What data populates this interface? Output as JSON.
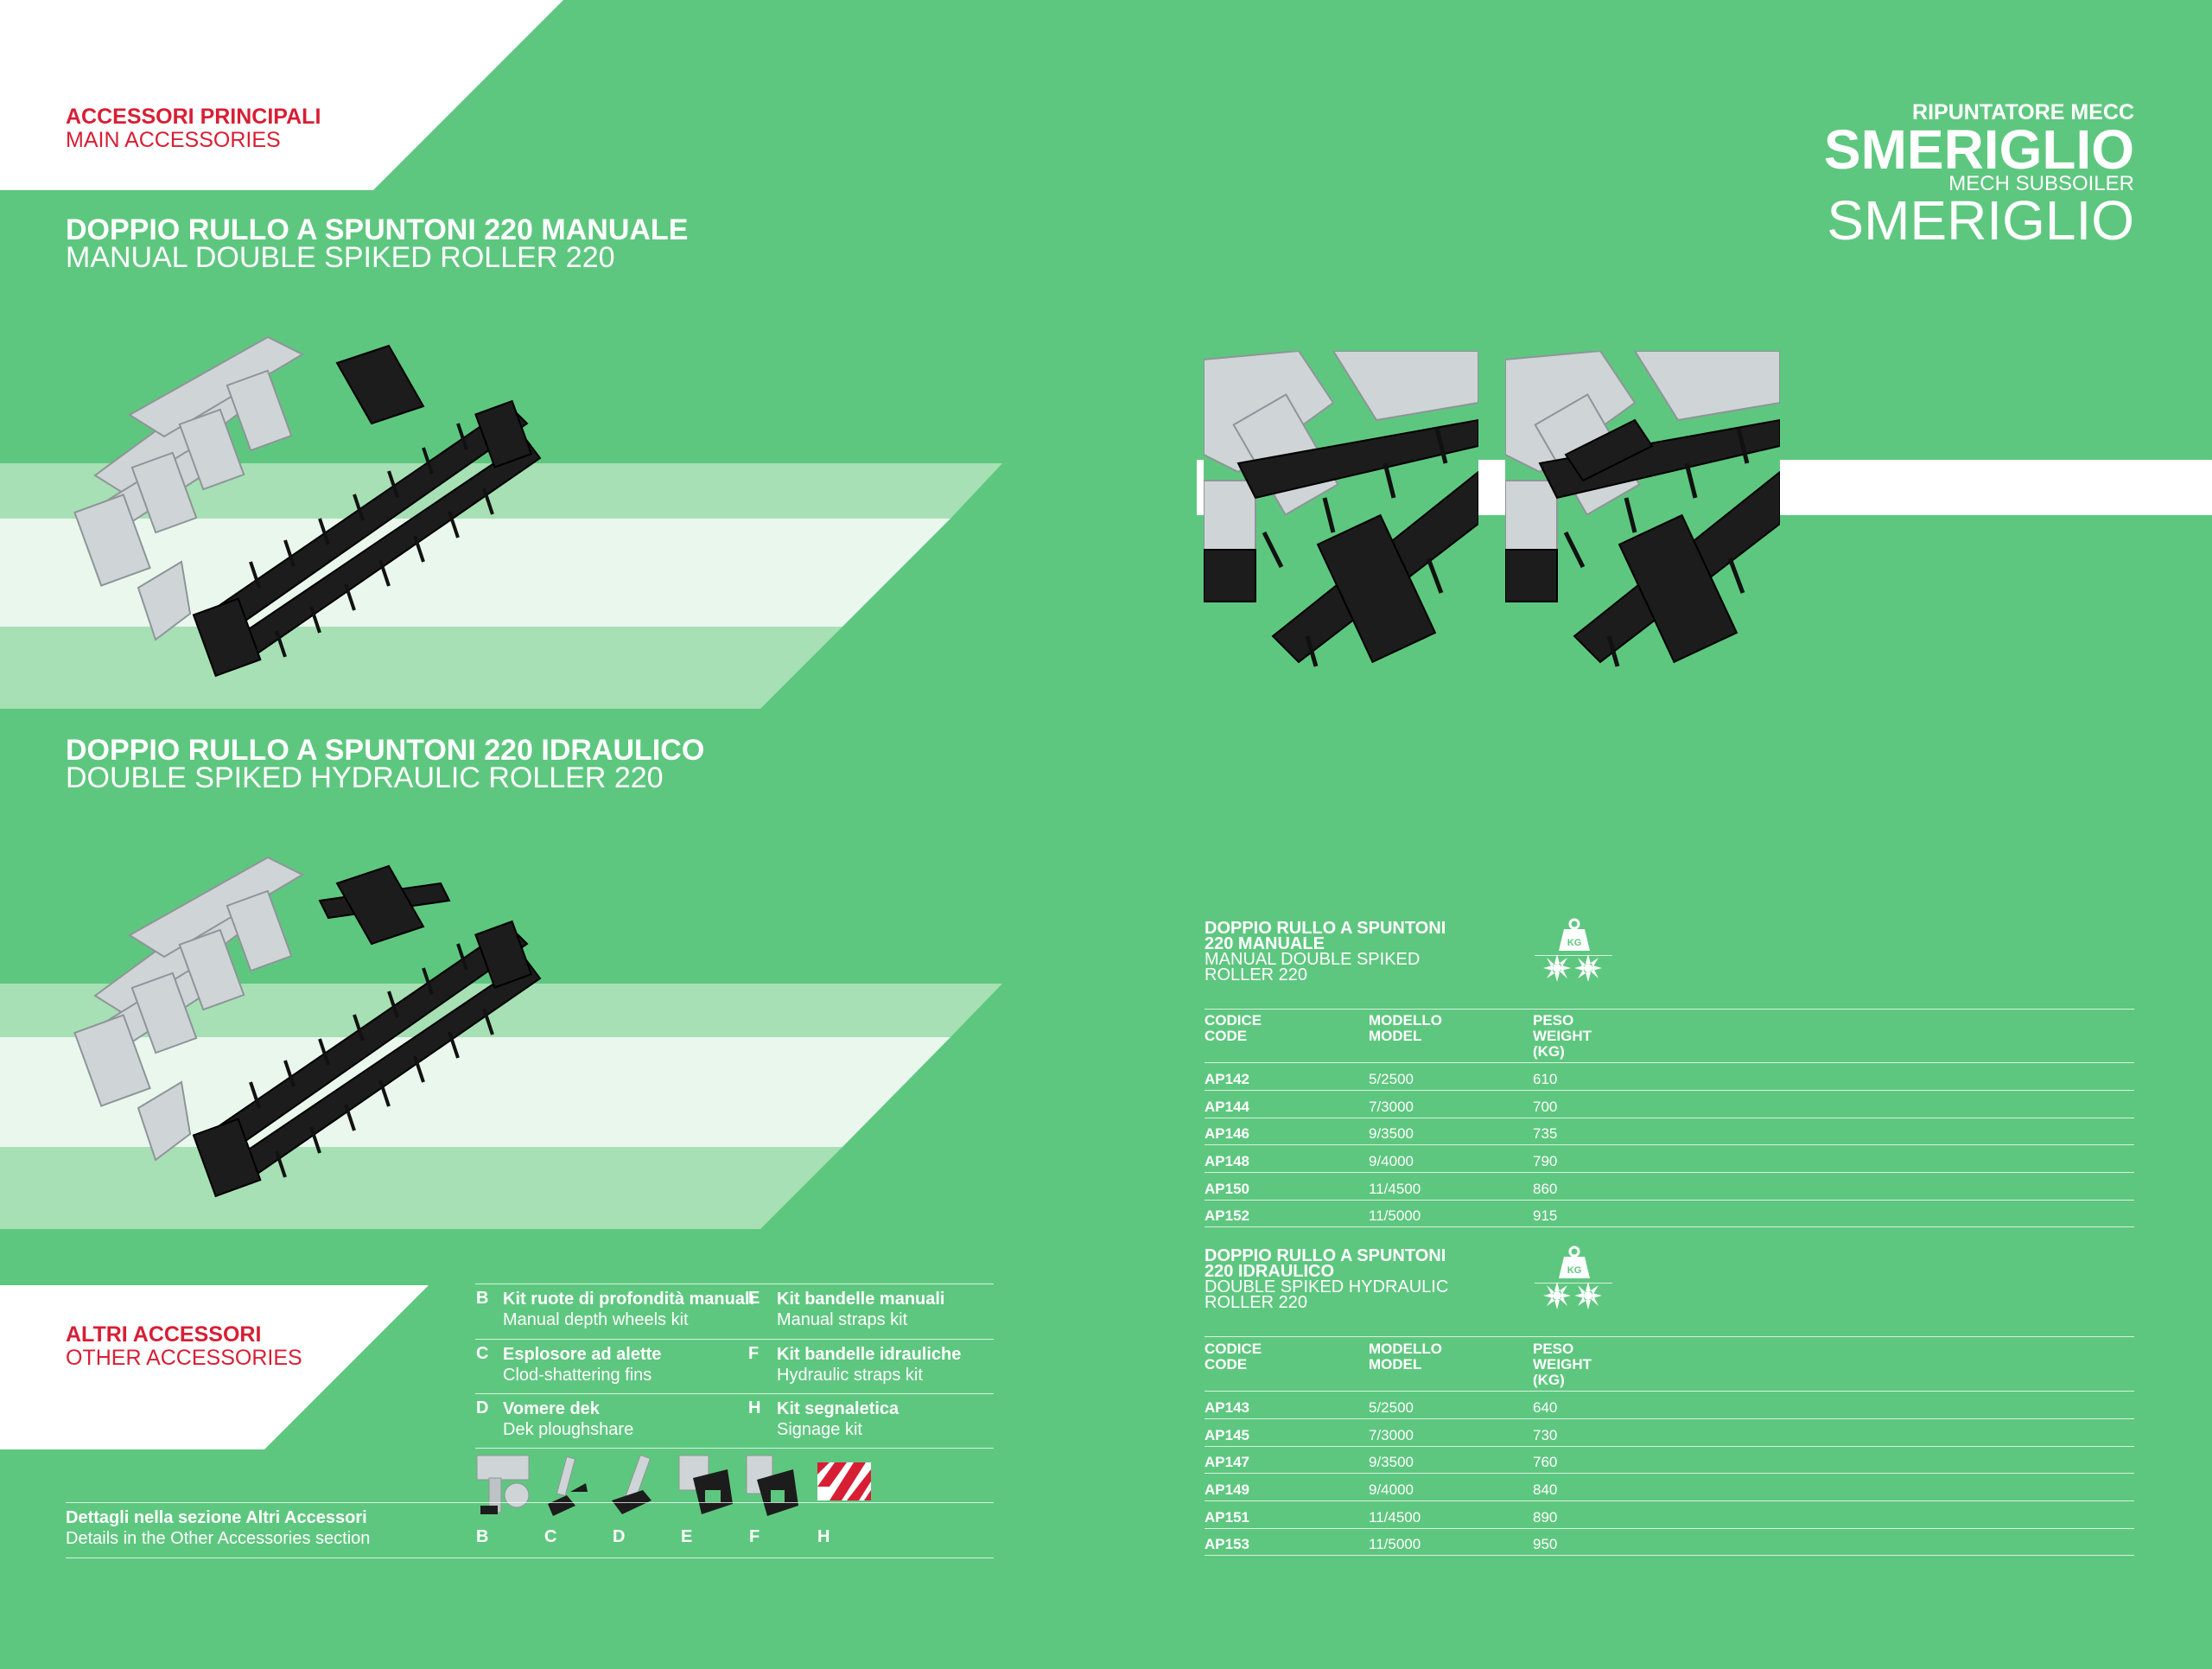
{
  "main_accessories": {
    "title_it": "ACCESSORI PRINCIPALI",
    "title_en": "MAIN ACCESSORIES"
  },
  "brand": {
    "line1": "RIPUNTATORE MECC",
    "line2": "SMERIGLIO",
    "line3": "MECH SUBSOILER",
    "line4": "SMERIGLIO"
  },
  "section1": {
    "title_it": "DOPPIO RULLO A SPUNTONI 220 MANUALE",
    "title_en": "MANUAL DOUBLE SPIKED ROLLER 220"
  },
  "section2": {
    "title_it": "DOPPIO RULLO A SPUNTONI 220 IDRAULICO",
    "title_en": "DOUBLE SPIKED HYDRAULIC ROLLER 220"
  },
  "other_accessories": {
    "title_it": "ALTRI ACCESSORI",
    "title_en": "OTHER ACCESSORIES",
    "details_it": "Dettagli nella sezione Altri Accessori",
    "details_en": "Details in the Other Accessories section",
    "items": [
      {
        "letter": "B",
        "it": "Kit ruote di profondità manuali",
        "en": "Manual depth wheels kit"
      },
      {
        "letter": "E",
        "it": "Kit bandelle manuali",
        "en": "Manual straps kit"
      },
      {
        "letter": "C",
        "it": "Esplosore ad alette",
        "en": "Clod-shattering fins"
      },
      {
        "letter": "F",
        "it": "Kit bandelle idrauliche",
        "en": "Hydraulic straps kit"
      },
      {
        "letter": "D",
        "it": "Vomere dek",
        "en": "Dek ploughshare"
      },
      {
        "letter": "H",
        "it": "Kit segnaletica",
        "en": "Signage kit"
      }
    ],
    "thumb_letters": [
      "B",
      "C",
      "D",
      "E",
      "F",
      "H"
    ]
  },
  "table1": {
    "title_it_1": "DOPPIO RULLO A SPUNTONI",
    "title_it_2": "220 MANUALE",
    "title_en_1": "MANUAL DOUBLE SPIKED",
    "title_en_2": "ROLLER 220",
    "kg_label": "KG",
    "headers": {
      "code_it": "CODICE",
      "code_en": "CODE",
      "model_it": "MODELLO",
      "model_en": "MODEL",
      "weight_it": "PESO",
      "weight_en": "WEIGHT",
      "weight_unit": "(KG)"
    },
    "rows": [
      {
        "code": "AP142",
        "model": "5/2500",
        "weight": "610"
      },
      {
        "code": "AP144",
        "model": "7/3000",
        "weight": "700"
      },
      {
        "code": "AP146",
        "model": "9/3500",
        "weight": "735"
      },
      {
        "code": "AP148",
        "model": "9/4000",
        "weight": "790"
      },
      {
        "code": "AP150",
        "model": "11/4500",
        "weight": "860"
      },
      {
        "code": "AP152",
        "model": "11/5000",
        "weight": "915"
      }
    ]
  },
  "table2": {
    "title_it_1": "DOPPIO RULLO A SPUNTONI",
    "title_it_2": "220 IDRAULICO",
    "title_en_1": "DOUBLE SPIKED HYDRAULIC",
    "title_en_2": "ROLLER 220",
    "kg_label": "KG",
    "headers": {
      "code_it": "CODICE",
      "code_en": "CODE",
      "model_it": "MODELLO",
      "model_en": "MODEL",
      "weight_it": "PESO",
      "weight_en": "WEIGHT",
      "weight_unit": "(KG)"
    },
    "rows": [
      {
        "code": "AP143",
        "model": "5/2500",
        "weight": "640"
      },
      {
        "code": "AP145",
        "model": "7/3000",
        "weight": "730"
      },
      {
        "code": "AP147",
        "model": "9/3500",
        "weight": "760"
      },
      {
        "code": "AP149",
        "model": "9/4000",
        "weight": "840"
      },
      {
        "code": "AP151",
        "model": "11/4500",
        "weight": "890"
      },
      {
        "code": "AP153",
        "model": "11/5000",
        "weight": "950"
      }
    ]
  },
  "colors": {
    "background": "#5ec77f",
    "accent_red": "#d81e34",
    "stripe_light": "#a6e0b4",
    "stripe_pale": "#e8f6eb"
  }
}
